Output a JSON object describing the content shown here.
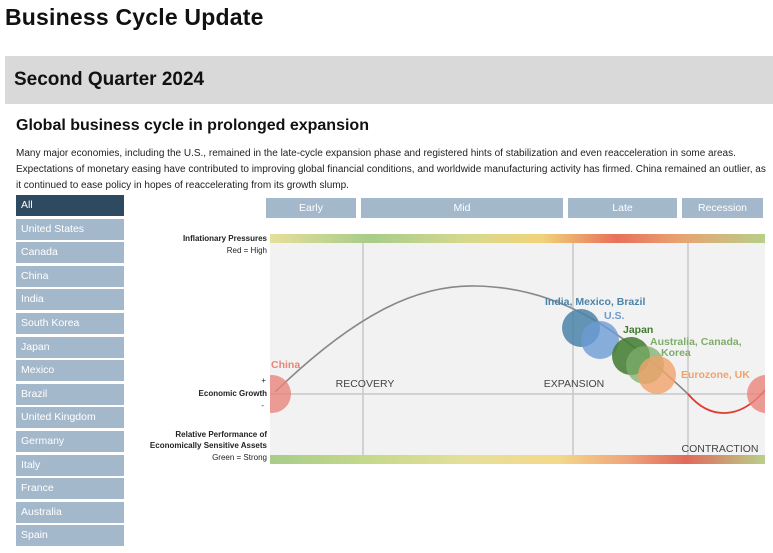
{
  "page": {
    "title": "Business Cycle Update",
    "quarter": "Second Quarter 2024",
    "headline": "Global business cycle in prolonged expansion",
    "body": "Many major economies, including the U.S., remained in the late-cycle expansion phase and registered hints of stabilization and even reacceleration in some areas. Expectations of monetary easing have contributed to improving global financial conditions, and worldwide manufacturing activity has firmed. China remained an outlier, as it continued to ease policy in hopes of reaccelerating from its growth slump."
  },
  "sidebar": {
    "items": [
      {
        "label": "All",
        "active": true
      },
      {
        "label": "United States"
      },
      {
        "label": "Canada"
      },
      {
        "label": "China"
      },
      {
        "label": "India"
      },
      {
        "label": "South Korea"
      },
      {
        "label": "Japan"
      },
      {
        "label": "Mexico"
      },
      {
        "label": "Brazil"
      },
      {
        "label": "United Kingdom"
      },
      {
        "label": "Germany"
      },
      {
        "label": "Italy"
      },
      {
        "label": "France"
      },
      {
        "label": "Australia"
      },
      {
        "label": "Spain"
      }
    ]
  },
  "phases": {
    "early": "Early",
    "mid": "Mid",
    "late": "Late",
    "recession": "Recession"
  },
  "chart": {
    "inflation_label": "Inflationary Pressures",
    "inflation_sub": "Red = High",
    "growth_plus": "+",
    "growth_label": "Economic Growth",
    "growth_minus": "-",
    "assets_label_1": "Relative Performance of",
    "assets_label_2": "Economically Sensitive Assets",
    "assets_sub": "Green = Strong",
    "recovery": "RECOVERY",
    "expansion": "EXPANSION",
    "contraction": "CONTRACTION"
  },
  "colors": {
    "accent_dark": "#2d4a61",
    "button": "#a4b8cc",
    "curve": "#888888",
    "recession_curve": "#e03c31",
    "grid": "#c8c8c8",
    "plot_bg": "#f2f2f2"
  },
  "chart_data": {
    "type": "scatter",
    "phases": [
      "Early",
      "Mid",
      "Late",
      "Recession"
    ],
    "regions": [
      "RECOVERY",
      "EXPANSION",
      "CONTRACTION"
    ],
    "countries": [
      {
        "name": "China",
        "phase": "Early",
        "color": "#e8857a"
      },
      {
        "name": "India, Mexico, Brazil",
        "phase": "Late",
        "color": "#4a84a8"
      },
      {
        "name": "U.S.",
        "phase": "Late",
        "color": "#6b9bd3"
      },
      {
        "name": "Japan",
        "phase": "Late",
        "color": "#3f7a2e"
      },
      {
        "name": "Australia, Canada, Korea",
        "phase": "Late",
        "color": "#7fad6a"
      },
      {
        "name": "Eurozone, UK",
        "phase": "Late",
        "color": "#f0a26a"
      },
      {
        "name": "",
        "phase": "Recession",
        "color": "#e8857a"
      }
    ]
  }
}
